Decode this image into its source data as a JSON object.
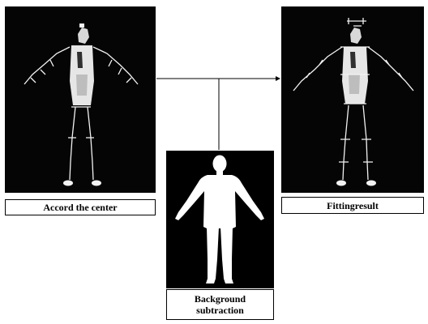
{
  "panels": {
    "left": {
      "caption": "Accord the center",
      "background_color": "#050505",
      "figure_color": "#f2f2f2"
    },
    "right": {
      "caption": "Fittingresult",
      "background_color": "#050505",
      "figure_color": "#f2f2f2"
    },
    "bottom": {
      "caption": "Background\nsubtraction",
      "background_color": "#000000",
      "silhouette_color": "#ffffff"
    }
  },
  "connector_color": "#000000"
}
